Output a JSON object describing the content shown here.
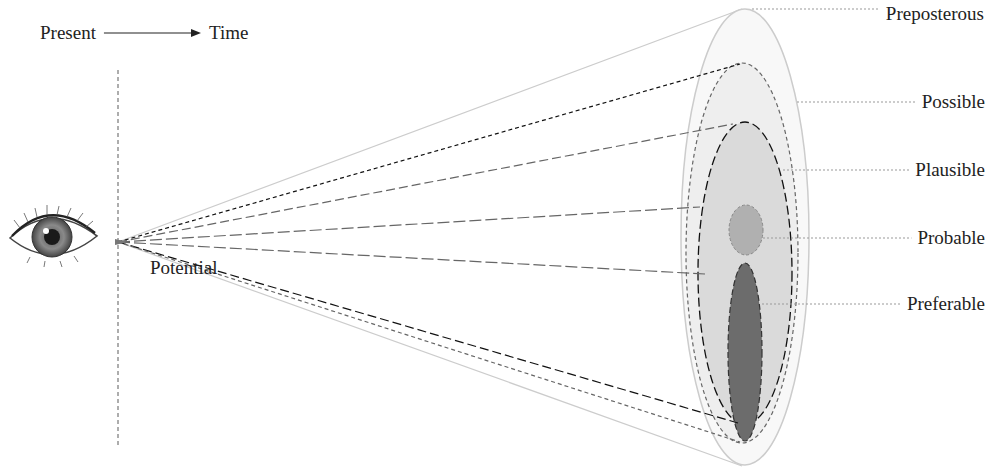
{
  "diagram": {
    "labels": [
      "Present",
      "Time",
      "Preposterous",
      "Possible",
      "Plausible",
      "Probable",
      "Preferable",
      "Potential"
    ]
  }
}
